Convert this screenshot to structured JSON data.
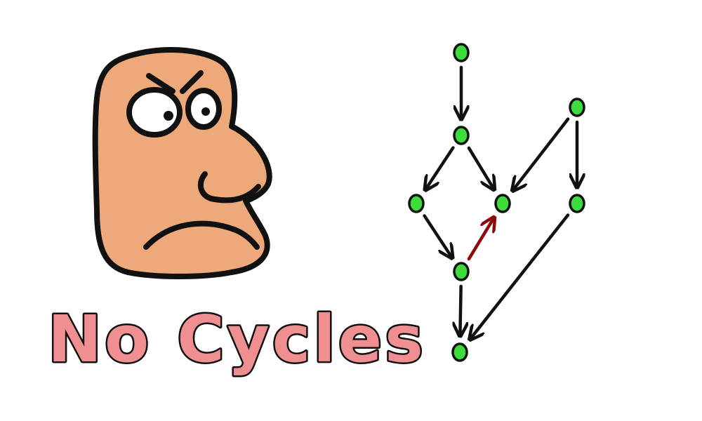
{
  "caption": "No Cycles",
  "colors": {
    "skin": "#eea97a",
    "caption_fill": "#ef8f91",
    "outline": "#111111",
    "node": "#3ddc3d",
    "edge": "#111111",
    "highlight_edge": "#8b0a0a"
  },
  "face": {
    "expression": "frowning",
    "icon": "grumpy-face-icon"
  },
  "graph": {
    "nodes": [
      "n1",
      "n2",
      "n3",
      "n4",
      "n5",
      "n6",
      "n7",
      "n8"
    ],
    "edges": [
      {
        "from": "n1",
        "to": "n2",
        "highlight": false
      },
      {
        "from": "n2",
        "to": "n3",
        "highlight": false
      },
      {
        "from": "n2",
        "to": "n4",
        "highlight": false
      },
      {
        "from": "n5",
        "to": "n4",
        "highlight": false
      },
      {
        "from": "n5",
        "to": "n6",
        "highlight": false
      },
      {
        "from": "n3",
        "to": "n7",
        "highlight": false
      },
      {
        "from": "n7",
        "to": "n4",
        "highlight": true
      },
      {
        "from": "n7",
        "to": "n8",
        "highlight": false
      },
      {
        "from": "n6",
        "to": "n8",
        "highlight": false
      }
    ]
  }
}
